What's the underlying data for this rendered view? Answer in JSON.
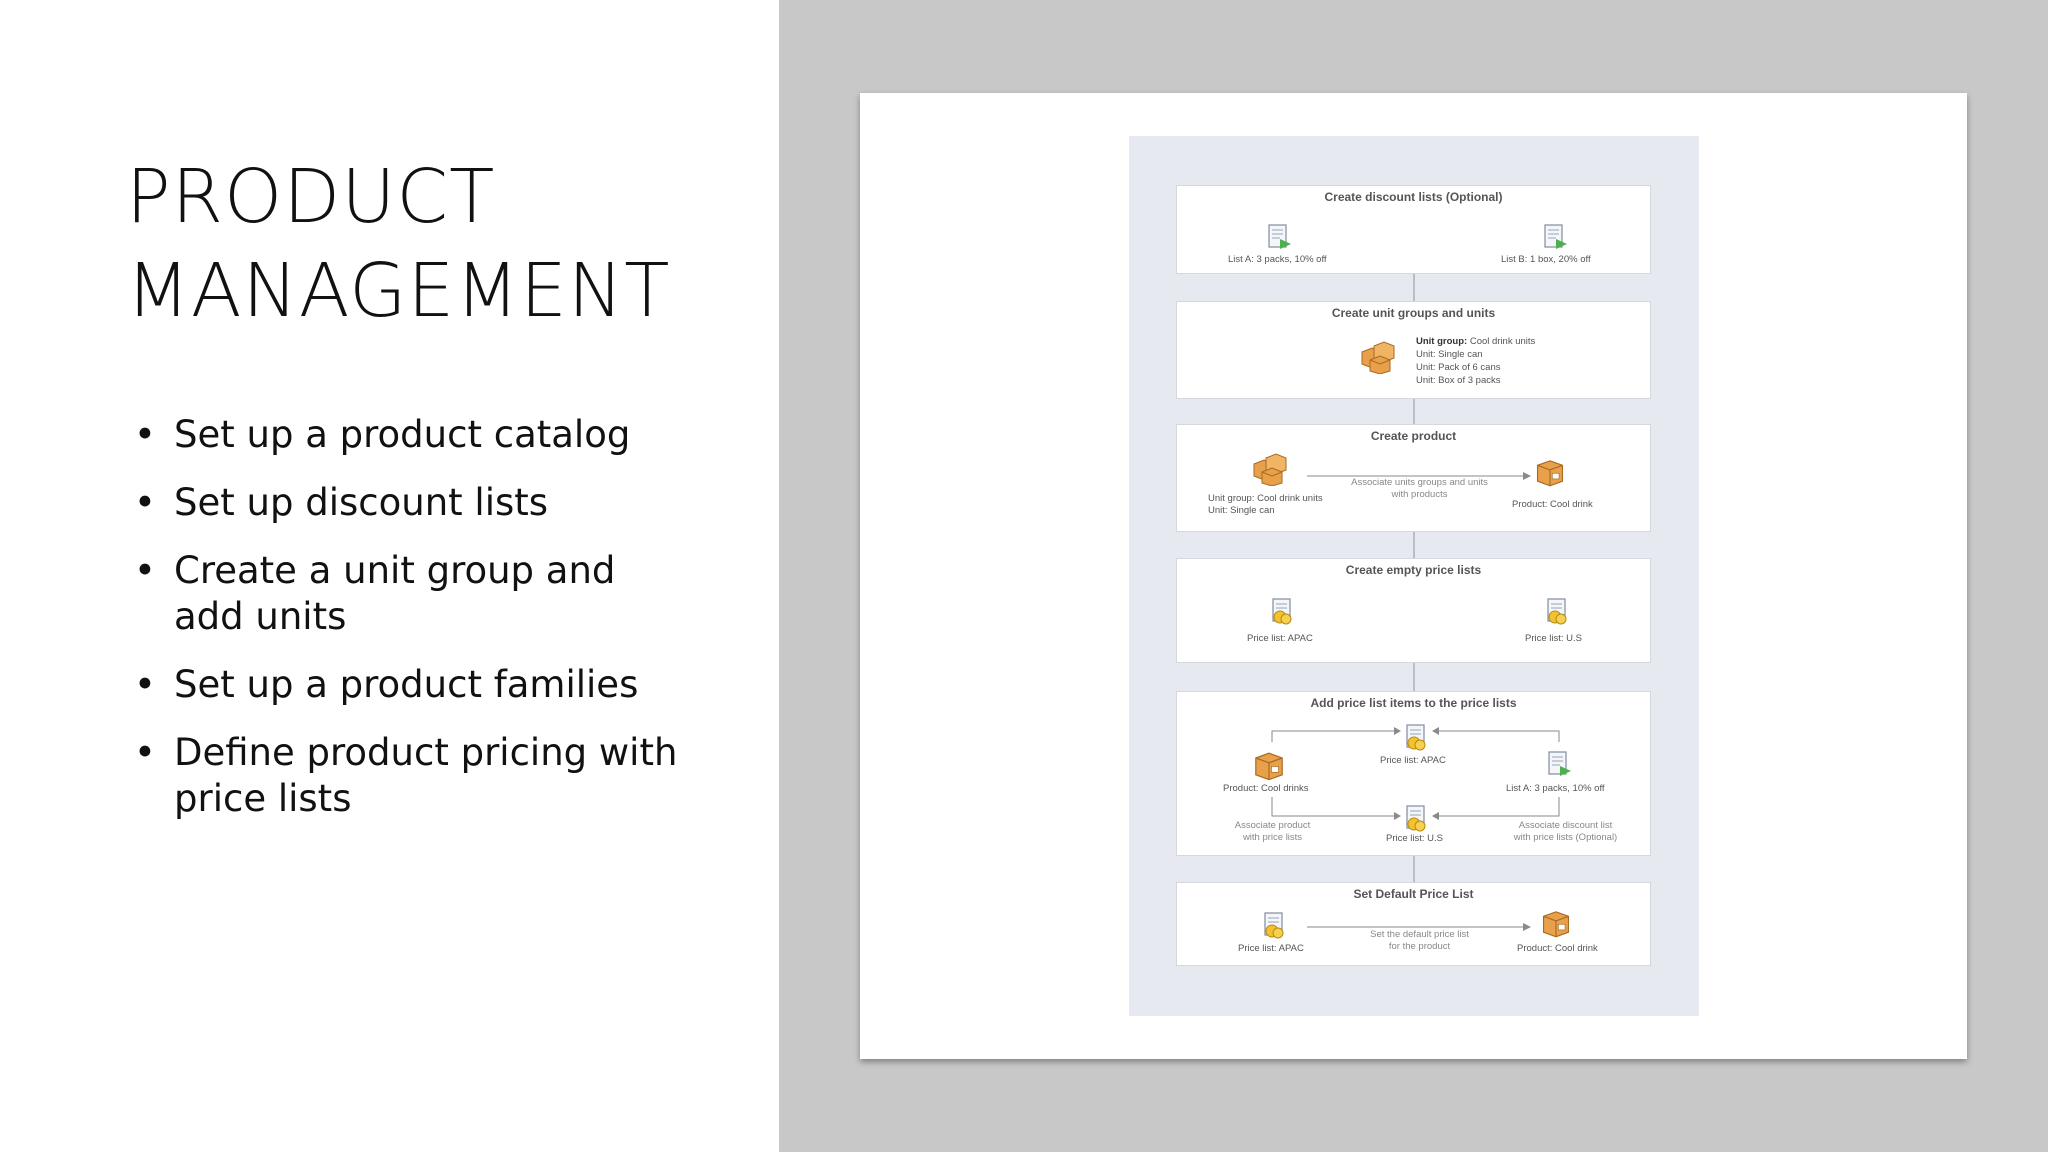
{
  "slide": {
    "title_lines": [
      "PRODUCT",
      "MANAGEMENT"
    ],
    "bullets": [
      "Set up a product catalog",
      "Set up discount lists",
      "Create a unit group and add units",
      "Set up a product families",
      "Define product pricing with price lists"
    ]
  },
  "diagram": {
    "steps": [
      {
        "title": "Create discount lists (Optional)",
        "labels": [
          "List A: 3 packs, 10% off",
          "List B: 1 box, 20% off"
        ]
      },
      {
        "title": "Create unit groups and units",
        "unit_group_label": "Unit group:",
        "unit_group_value": " Cool drink units",
        "units": [
          "Unit: Single can",
          "Unit: Pack of 6 cans",
          "Unit: Box of 3 packs"
        ]
      },
      {
        "title": "Create product",
        "left_line1": "Unit group: Cool drink units",
        "left_line2": "Unit: Single can",
        "arrow_line1": "Associate units groups and units",
        "arrow_line2": "with products",
        "right": "Product: Cool drink"
      },
      {
        "title": "Create empty price lists",
        "labels": [
          "Price list: APAC",
          "Price list: U.S"
        ]
      },
      {
        "title": "Add price list items to the price lists",
        "price_apac": "Price list: APAC",
        "product": "Product: Cool drinks",
        "discount": "List A: 3 packs, 10% off",
        "assoc_product_line1": "Associate product",
        "assoc_product_line2": "with price lists",
        "price_us": "Price list: U.S",
        "assoc_discount_line1": "Associate discount list",
        "assoc_discount_line2": "with price lists (Optional)"
      },
      {
        "title": "Set Default Price List",
        "left": "Price list: APAC",
        "arrow_line1": "Set the default price list",
        "arrow_line2": "for the product",
        "right": "Product: Cool drink"
      }
    ]
  },
  "colors": {
    "right_panel_bg": "#c8c8c8",
    "diagram_bg": "#e6e9ef",
    "box_icon_orange": "#e8a04a",
    "doc_icon_yellow": "#f2c230",
    "doc_arrow_green": "#4caf50"
  },
  "icons": [
    "document-arrow-icon",
    "box-stack-icon",
    "box-icon",
    "price-list-icon"
  ]
}
